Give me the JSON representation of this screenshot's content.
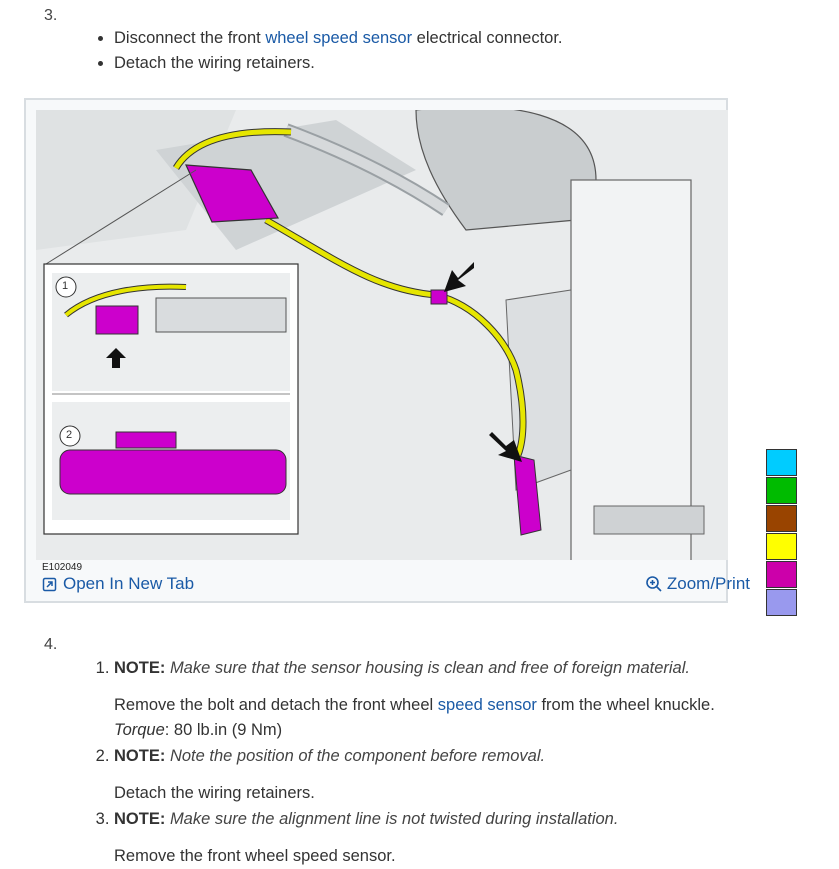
{
  "step3": {
    "number": "3.",
    "bullet1_pre": "Disconnect the front ",
    "bullet1_link": "wheel speed sensor",
    "bullet1_post": " electrical connector.",
    "bullet2": "Detach the wiring retainers."
  },
  "figure": {
    "id": "E102049",
    "callout1": "1",
    "callout2": "2",
    "open_tab_label": "Open In New Tab",
    "zoom_label": "Zoom/Print"
  },
  "color_swatches": [
    "#00ccff",
    "#00bb00",
    "#994400",
    "#ffff00",
    "#cc00aa",
    "#9999ee"
  ],
  "step4": {
    "number": "4.",
    "items": [
      {
        "note_label": "NOTE:",
        "note_text": "Make sure that the sensor housing is clean and free of foreign material.",
        "detail_pre": "Remove the bolt and detach the front wheel ",
        "detail_link": "speed sensor",
        "detail_post": " from the wheel knuckle.",
        "torque_label": "Torque",
        "torque_value": ": 80 lb.in (9 Nm)"
      },
      {
        "note_label": "NOTE:",
        "note_text": "Note the position of the component before removal.",
        "detail": "Detach the wiring retainers."
      },
      {
        "note_label": "NOTE:",
        "note_text": "Make sure the alignment line is not twisted during installation.",
        "detail": "Remove the front wheel speed sensor."
      }
    ]
  }
}
